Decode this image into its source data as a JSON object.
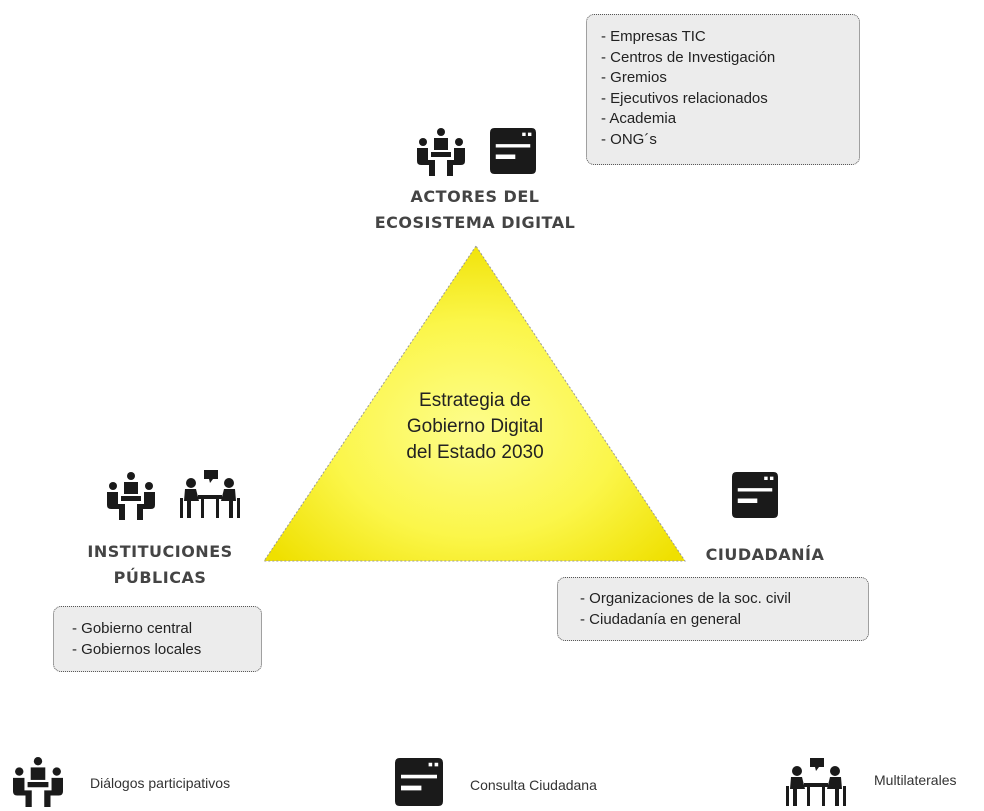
{
  "diagram": {
    "center_title": [
      "Estrategia de",
      "Gobierno Digital",
      "del Estado 2030"
    ],
    "top": {
      "heading": [
        "ACTORES DEL",
        "ECOSISTEMA DIGITAL"
      ],
      "items": [
        "- Empresas TIC",
        "- Centros de Investigación",
        "- Gremios",
        "- Ejecutivos relacionados",
        "- Academia",
        "- ONG´s"
      ],
      "icons": [
        "dialog-people-icon",
        "browser-window-icon"
      ]
    },
    "left": {
      "heading": [
        "INSTITUCIONES",
        "PÚBLICAS"
      ],
      "items": [
        "- Gobierno central",
        "- Gobiernos  locales"
      ],
      "icons": [
        "dialog-people-icon",
        "meeting-table-icon"
      ]
    },
    "right": {
      "heading": [
        "CIUDADANÍA"
      ],
      "items": [
        "- Organizaciones de la soc. civil",
        "- Ciudadanía en general"
      ],
      "icons": [
        "browser-window-icon"
      ]
    }
  },
  "legend": [
    {
      "icon": "dialog-people-icon",
      "label": "Diálogos participativos"
    },
    {
      "icon": "browser-window-icon",
      "label": "Consulta Ciudadana"
    },
    {
      "icon": "meeting-table-icon",
      "label": "Multilaterales"
    }
  ],
  "colors": {
    "triangle_center": "#fdfd6a",
    "triangle_edge": "#f4e800",
    "box_bg": "#ececec",
    "icon": "#1a1a1a"
  }
}
